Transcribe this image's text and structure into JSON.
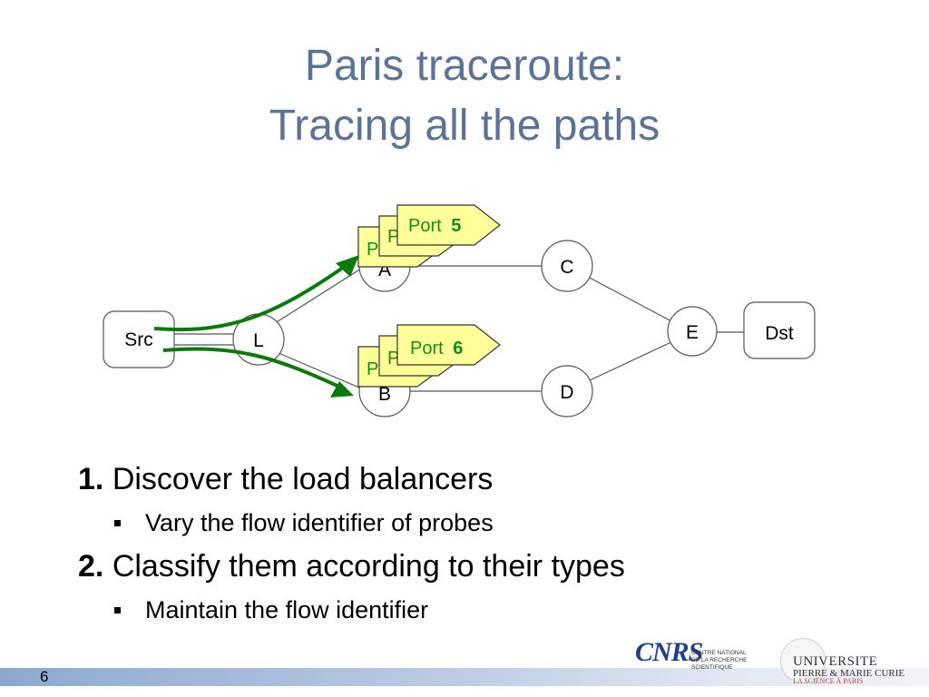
{
  "slide": {
    "title_line1": "Paris traceroute:",
    "title_line2": "Tracing all the paths",
    "page_number": "6"
  },
  "diagram": {
    "nodes": {
      "src": "Src",
      "l": "L",
      "a": "A",
      "b": "B",
      "c": "C",
      "d": "D",
      "e": "E",
      "dst": "Dst"
    },
    "port_tags": {
      "upper_back_text": "P",
      "upper_mid_text": "P",
      "upper_front_word": "Port",
      "upper_front_number": "5",
      "lower_back_text": "P",
      "lower_mid_text": "P",
      "lower_front_word": "Port",
      "lower_front_number": "6"
    },
    "colors": {
      "arrow": "#0a7a0a",
      "tag_fill": "#ffff99",
      "tag_text": "#178a17",
      "title": "#5a7397"
    }
  },
  "bullets": {
    "item1_number": "1.",
    "item1_text": "Discover the load balancers",
    "item1_sub": "Vary the flow identifier of probes",
    "item2_number": "2.",
    "item2_text": "Classify them according to their types",
    "item2_sub": "Maintain the flow identifier"
  },
  "logos": {
    "cnrs_mark": "CNRS",
    "cnrs_text": "CENTRE NATIONAL\nDE LA RECHERCHE\nSCIENTIFIQUE",
    "upmc_line1": "UNIVERSITE",
    "upmc_line2": "PIERRE & MARIE CURIE",
    "upmc_line3": "LA SCIENCE À PARIS"
  }
}
